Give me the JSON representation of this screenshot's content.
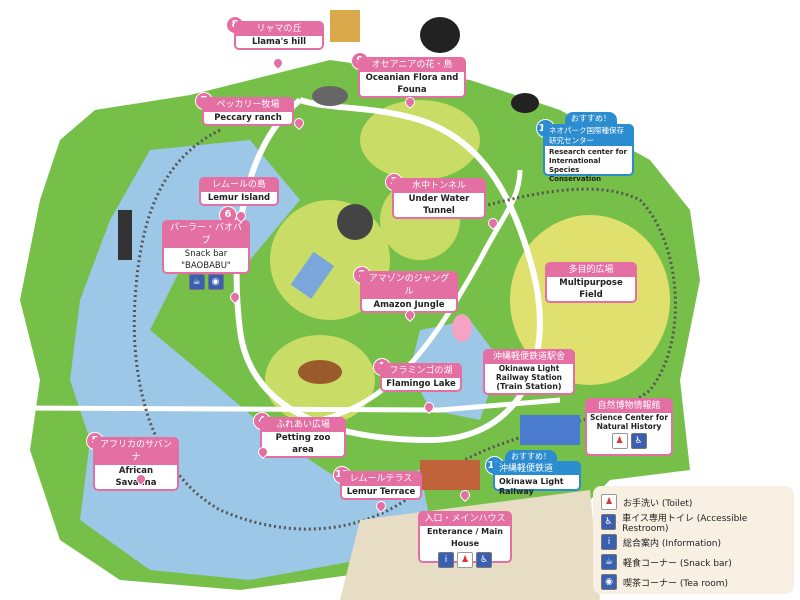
{
  "attractions": [
    {
      "num": "1",
      "jp": "フラミンゴの湖",
      "en": "Flamingo Lake"
    },
    {
      "num": "2",
      "jp": "アマゾンのジャングル",
      "en": "Amazon Jungle"
    },
    {
      "num": "3",
      "jp": "水中トンネル",
      "en": "Under Water Tunnel"
    },
    {
      "num": "4",
      "jp": "ふれあい広場",
      "en": "Petting zoo area"
    },
    {
      "num": "5",
      "jp": "アフリカのサバンナ",
      "en": "African Savanna"
    },
    {
      "num": "6",
      "jp": "パーラー・バオバブ",
      "en": "Snack bar \"BAOBABU\""
    },
    {
      "num": "7",
      "jp": "ペッカリー牧場",
      "en": "Peccary ranch"
    },
    {
      "num": "8",
      "jp": "リャマの丘",
      "en": "Llama's hill"
    },
    {
      "num": "9",
      "jp": "オセアニアの花・鳥",
      "en": "Oceanian Flora and Founa"
    },
    {
      "num": "10",
      "jp": "ネオパーク国際種保存研究センター",
      "en": "Research center for International Species Conservation",
      "badge": "おすすめ！"
    },
    {
      "num": "11",
      "jp": "レムールテラス",
      "en": "Lemur Terrace"
    },
    {
      "num": "12",
      "jp": "沖縄軽便鉄道",
      "en": "Okinawa Light Railway",
      "badge": "おすすめ！"
    }
  ],
  "places": {
    "lemur_island": {
      "jp": "レムールの島",
      "en": "Lemur Island"
    },
    "multipurpose": {
      "jp": "多目的広場",
      "en": "Multipurpose Field"
    },
    "station": {
      "jp": "沖縄軽便鉄道駅舎",
      "en": "Okinawa Light Railway Station",
      "en2": "(Train Station)"
    },
    "science": {
      "jp": "自然博物情報館",
      "en": "Science Center for Natural History"
    },
    "entrance": {
      "jp": "入口・メインハウス",
      "en": "Enterance / Main House"
    }
  },
  "legend": [
    {
      "icon": "toilet-icon",
      "text": "お手洗い (Toilet)"
    },
    {
      "icon": "accessible-restroom-icon",
      "text": "車イス専用トイレ (Accessible Restroom)"
    },
    {
      "icon": "information-icon",
      "text": "総合案内 (Information)"
    },
    {
      "icon": "snack-bar-icon",
      "text": "軽食コーナー (Snack bar)"
    },
    {
      "icon": "tea-room-icon",
      "text": "喫茶コーナー (Tea room)"
    }
  ],
  "colors": {
    "pink": "#e36fa3",
    "blue": "#2b8ccf",
    "grass": "#7cc24f",
    "water": "#9cc7e6",
    "path": "#ffffff",
    "plaza": "#e8e07a"
  }
}
